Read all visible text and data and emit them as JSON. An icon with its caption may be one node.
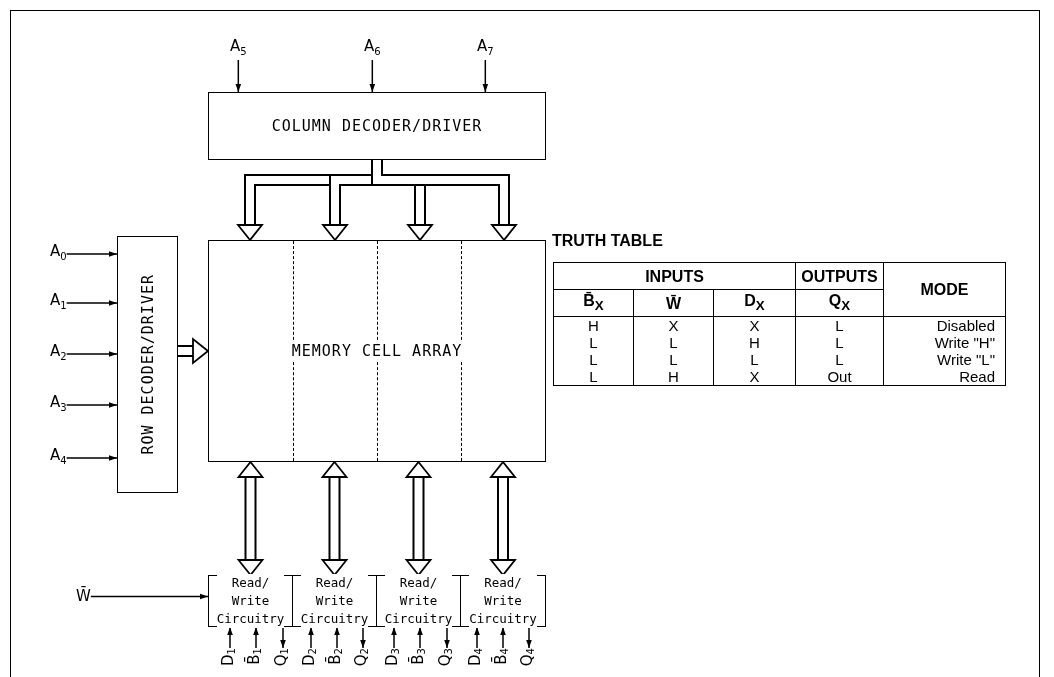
{
  "diagram": {
    "nodes": [
      {
        "text": [
          "COLUMN DECODER/DRIVER"
        ]
      },
      {
        "text": [
          "ROW DECODER/DRIVER"
        ]
      },
      {
        "text": [
          "MEMORY CELL ARRAY"
        ]
      },
      {
        "text": [
          "Read/ Write Circuitry"
        ]
      },
      {
        "text": [
          "Read/ Write Circuitry"
        ]
      },
      {
        "text": [
          "Read/ Write Circuitry"
        ]
      },
      {
        "text": [
          "Read/ Write Circuitry"
        ]
      },
      {
        "text": [
          "A$_{5}$"
        ]
      },
      {
        "text": [
          "A$_{6}$"
        ]
      },
      {
        "text": [
          "A$_{7}$"
        ]
      },
      {
        "text": [
          "A$_{0}$"
        ]
      },
      {
        "text": [
          "A$_{1}$"
        ]
      },
      {
        "text": [
          "A$_{2}$"
        ]
      },
      {
        "text": [
          "A$_{3}$"
        ]
      },
      {
        "text": [
          "A$_{4}$"
        ]
      },
      {
        "text": [
          "W̄"
        ]
      },
      {
        "text": [
          "D$_{1}$"
        ]
      },
      {
        "text": [
          "B̄$_{1}$"
        ]
      },
      {
        "text": [
          "Q$_{1}$"
        ]
      },
      {
        "text": [
          "D$_{2}$"
        ]
      },
      {
        "text": [
          "B̄$_{2}$"
        ]
      },
      {
        "text": [
          "Q$_{2}$"
        ]
      },
      {
        "text": [
          "D$_{3}$"
        ]
      },
      {
        "text": [
          "B̄$_{3}$"
        ]
      },
      {
        "text": [
          "Q$_{3}$"
        ]
      },
      {
        "text": [
          "D$_{4}$"
        ]
      },
      {
        "text": [
          "B̄$_{4}$"
        ]
      },
      {
        "text": [
          "Q$_{4}$"
        ]
      }
    ],
    "edges": [
      {
        "from": 7,
        "to": 0,
        "arrow": "to"
      },
      {
        "from": 8,
        "to": 0,
        "arrow": "to"
      },
      {
        "from": 9,
        "to": 0,
        "arrow": "to"
      },
      {
        "from": 10,
        "to": 1,
        "arrow": "to"
      },
      {
        "from": 11,
        "to": 1,
        "arrow": "to"
      },
      {
        "from": 12,
        "to": 1,
        "arrow": "to"
      },
      {
        "from": 13,
        "to": 1,
        "arrow": "to"
      },
      {
        "from": 14,
        "to": 1,
        "arrow": "to"
      },
      {
        "from": 0,
        "to": 2,
        "arrow": "to",
        "style": "thick"
      },
      {
        "from": 0,
        "to": 2,
        "arrow": "to",
        "style": "thick"
      },
      {
        "from": 0,
        "to": 2,
        "arrow": "to",
        "style": "thick"
      },
      {
        "from": 0,
        "to": 2,
        "arrow": "to",
        "style": "thick"
      },
      {
        "from": 1,
        "to": 2,
        "arrow": "to",
        "style": "thick"
      },
      {
        "from": 2,
        "to": 3,
        "arrow": "both",
        "style": "thick"
      },
      {
        "from": 2,
        "to": 4,
        "arrow": "both",
        "style": "thick"
      },
      {
        "from": 2,
        "to": 5,
        "arrow": "both",
        "style": "thick"
      },
      {
        "from": 2,
        "to": 6,
        "arrow": "both",
        "style": "thick"
      },
      {
        "from": 15,
        "to": 3,
        "arrow": "to"
      },
      {
        "from": 16,
        "to": 3,
        "arrow": "to"
      },
      {
        "from": 17,
        "to": 3,
        "arrow": "to"
      },
      {
        "from": 3,
        "to": 18,
        "arrow": "to"
      },
      {
        "from": 19,
        "to": 4,
        "arrow": "to"
      },
      {
        "from": 20,
        "to": 4,
        "arrow": "to"
      },
      {
        "from": 4,
        "to": 21,
        "arrow": "to"
      },
      {
        "from": 22,
        "to": 5,
        "arrow": "to"
      },
      {
        "from": 23,
        "to": 5,
        "arrow": "to"
      },
      {
        "from": 5,
        "to": 24,
        "arrow": "to"
      },
      {
        "from": 25,
        "to": 6,
        "arrow": "to"
      },
      {
        "from": 26,
        "to": 6,
        "arrow": "to"
      },
      {
        "from": 6,
        "to": 27,
        "arrow": "to"
      }
    ],
    "labels": [
      "TRUTH TABLE",
      "INPUTS",
      "OUTPUTS",
      "MODE",
      "B̄$_{X}$",
      "W̄",
      "D$_{X}$",
      "Q$_{X}$",
      "H",
      "X",
      "X",
      "L",
      "Disabled",
      "L",
      "L",
      "H",
      "L",
      "Write \"H\"",
      "L",
      "L",
      "L",
      "L",
      "Write \"L\"",
      "L",
      "H",
      "X",
      "Out",
      "Read"
    ]
  }
}
